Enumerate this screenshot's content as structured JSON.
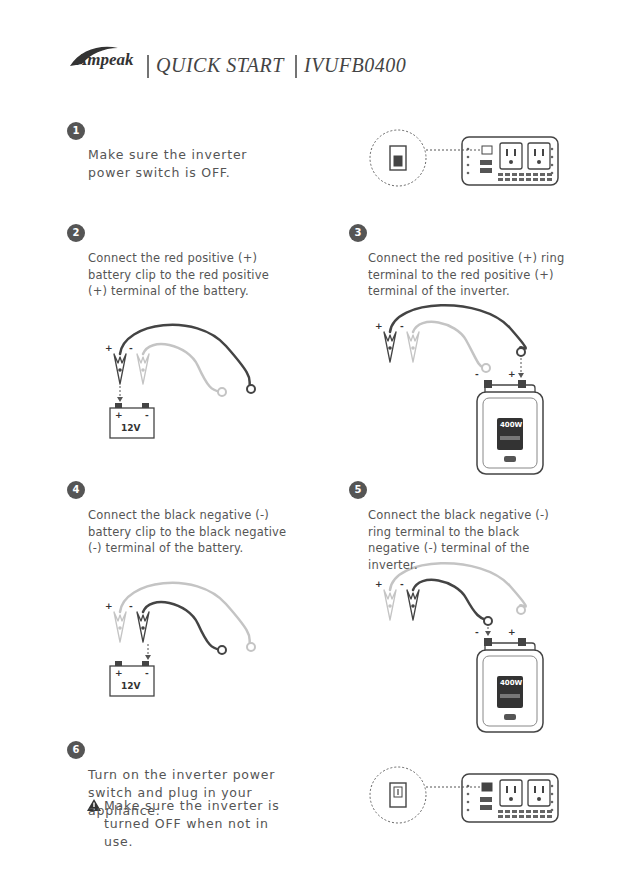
{
  "diagram": {
    "title": "QUICK START",
    "nodes": [
      {
        "text": [
          "1"
        ]
      },
      {
        "text": [
          "2"
        ]
      },
      {
        "text": [
          "3"
        ]
      },
      {
        "text": [
          "4"
        ]
      },
      {
        "text": [
          "5"
        ]
      },
      {
        "text": [
          "6"
        ]
      }
    ],
    "labels": [
      "Ampeak",
      "IVUFB0400",
      "Make sure the inverter power switch is OFF.",
      "Connect the red positive (+) battery clip to the red positive (+) terminal of the battery.",
      "Connect the red positive (+) ring terminal to the red positive (+) terminal of the inverter.",
      "Connect the black negative (-) battery clip to the black negative (-) terminal of the battery.",
      "Connect the black negative (-) ring terminal to the black negative (-) terminal of the inverter.",
      "Turn on the inverter power switch and plug in your appliance.",
      "Make sure the inverter is turned OFF when not in use.",
      "+",
      "-",
      "+",
      "-",
      "12V",
      "+",
      "-",
      "-",
      "+",
      "400W",
      "+",
      "-",
      "+",
      "-",
      "12V",
      "+",
      "-",
      "-",
      "+",
      "400W"
    ]
  }
}
